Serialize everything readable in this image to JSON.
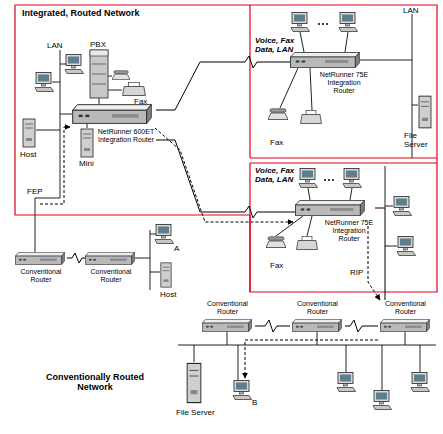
{
  "diagram": {
    "nodes": [
      {
        "text": [
          "Integrated, Routed Network"
        ]
      },
      {
        "text": [
          "NetRunner 600ET Integration Router"
        ],
        "in": 0
      },
      {
        "text": [
          "NetRunner 75E Integration Router"
        ],
        "in": 0
      },
      {
        "text": [
          "NetRunner 75E Integration Router"
        ],
        "in": 0
      },
      {
        "text": [
          "Conventional Router"
        ]
      },
      {
        "text": [
          "Conventional Router"
        ]
      },
      {
        "text": [
          "Conventional Router"
        ]
      },
      {
        "text": [
          "Conventional Router"
        ]
      },
      {
        "text": [
          "Conventional Router"
        ]
      }
    ],
    "edges": [
      {
        "from": 1,
        "to": 2,
        "arrow": "none",
        "label": "Voice, Fax Data, LAN"
      },
      {
        "from": 1,
        "to": 3,
        "arrow": "none",
        "label": "Voice, Fax Data, LAN"
      },
      {
        "from": 4,
        "to": 5,
        "arrow": "none"
      },
      {
        "from": 3,
        "to": 8,
        "arrow": "none"
      },
      {
        "from": 6,
        "to": 7,
        "arrow": "none"
      },
      {
        "from": 7,
        "to": 8,
        "arrow": "none"
      }
    ],
    "labels": [
      "LAN",
      "PBX",
      "Fax",
      "Host",
      "Mini",
      "FEP",
      "LAN",
      "Fax",
      "File Server",
      "Fax",
      "RIP",
      "A",
      "Host",
      "Conventionally Routed Network",
      "File Server",
      "B"
    ]
  }
}
